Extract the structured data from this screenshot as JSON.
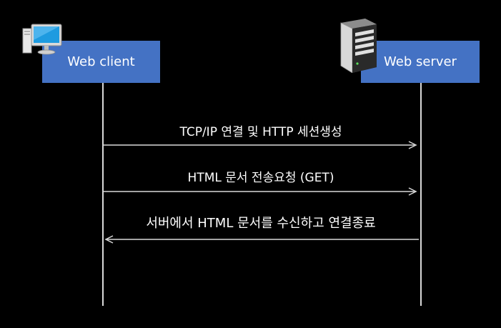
{
  "actors": {
    "client": {
      "label": "Web client",
      "icon": "desktop-computer-icon"
    },
    "server": {
      "label": "Web server",
      "icon": "server-tower-icon"
    }
  },
  "messages": [
    {
      "label": "TCP/IP 연결 및 HTTP 세션생성",
      "from": "client",
      "to": "server"
    },
    {
      "label": "HTML 문서 전송요청 (GET)",
      "from": "client",
      "to": "server"
    },
    {
      "label": "서버에서 HTML 문서를 수신하고 연결종료",
      "from": "server",
      "to": "client"
    }
  ],
  "colors": {
    "background": "#000000",
    "actor_fill": "#4472C4",
    "text": "#FFFFFF",
    "lines": "#D9D9D9"
  }
}
